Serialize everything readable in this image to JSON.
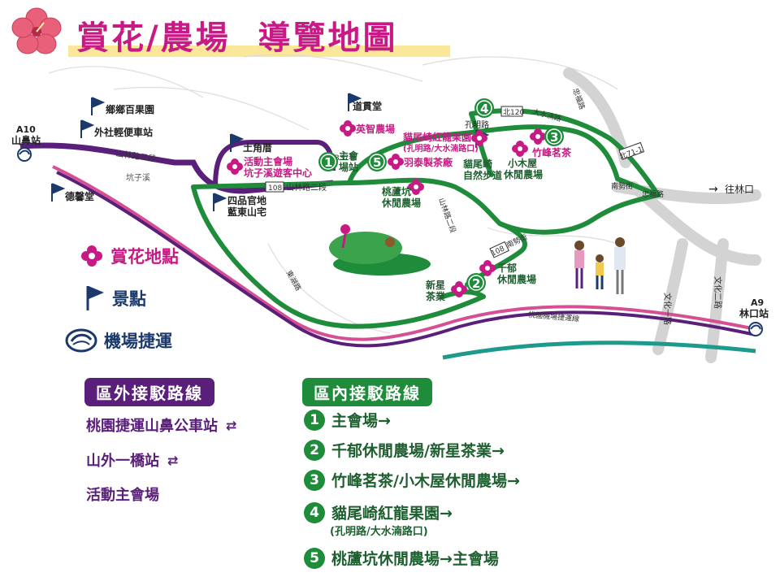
{
  "title": "賞花/農場  導覽地圖",
  "legend": {
    "flower": "賞花地點",
    "scenic": "景點",
    "mrt": "機場捷運"
  },
  "stations": {
    "a10_code": "A10",
    "a10_name": "山鼻站",
    "a9_code": "A9",
    "a9_name": "林口站"
  },
  "places": {
    "xiangxiang": "鄉鄉百果園",
    "waishe": "外社輕便車站",
    "shanlin3": "山林路三段",
    "kengzi_creek": "坑子溪",
    "dexin": "德馨堂",
    "tujiaocuo": "土角厝",
    "main_venue_1": "活動主會場",
    "main_venue_2": "坑子溪遊客中心",
    "sipin_1": "四品官地",
    "sipin_2": "藍東山宅",
    "shanlin2": "山林路二段",
    "road108": "108",
    "daoguan": "道貫堂",
    "yingzhi": "英智農場",
    "num337": "337巷",
    "main_stop_1": "主會",
    "main_stop_2": "場站",
    "yutai": "羽泰製茶廠",
    "taolukeng_1": "桃蘆坑",
    "taolukeng_2": "休閒農場",
    "maoweiqi_1": "貓尾崎紅龍果園",
    "maoweiqi_2": "(孔明路/大水湳路口)",
    "kongming": "孔明路",
    "trail_1": "貓尾崎",
    "trail_2": "自然步道",
    "north120": "北120",
    "dashuinan": "大水湳路",
    "zhongfu": "忠福路",
    "zhufeng": "竹峰茗茶",
    "cabin_1": "小木屋",
    "cabin_2": "休閒農場",
    "north71": "北71-1",
    "nanshi": "南勢街",
    "zhongfu2": "忠福路",
    "to_linkou": "往林口",
    "shanlin2b": "山林路二段",
    "wenhua1": "文化一路",
    "wenhua2": "文化二路",
    "xiangtian": "東湖路",
    "road108b": "108",
    "nanshi2": "南勢街",
    "qianyu_1": "千郁",
    "qianyu_2": "休閒農場",
    "xinxing_1": "新星",
    "xinxing_2": "茶業",
    "freeway": "桃園機場捷運線"
  },
  "markers": {
    "m1": "1",
    "m2": "2",
    "m3": "3",
    "m4": "4",
    "m5": "5"
  },
  "external": {
    "header": "區外接駁路線",
    "items": [
      "桃園捷運山鼻公車站",
      "山外一橋站",
      "活動主會場"
    ],
    "arrow": "⇄"
  },
  "internal": {
    "header": "區內接駁路線",
    "routes": [
      {
        "num": "1",
        "text": "主會場→"
      },
      {
        "num": "2",
        "text": "千郁休閒農場/新星茶業→"
      },
      {
        "num": "3",
        "text": "竹峰茗茶/小木屋休閒農場→"
      },
      {
        "num": "4",
        "text": "貓尾崎紅龍果園→"
      },
      {
        "num": "5",
        "text": "桃蘆坑休閒農場→主會場"
      }
    ],
    "route4_sub": "(孔明路/大水湳路口)"
  },
  "colors": {
    "magenta": "#c81a84",
    "green": "#1e8c3a",
    "purple": "#5a1f7a",
    "teal": "#1d9a8c",
    "navy": "#1b3a6b"
  }
}
